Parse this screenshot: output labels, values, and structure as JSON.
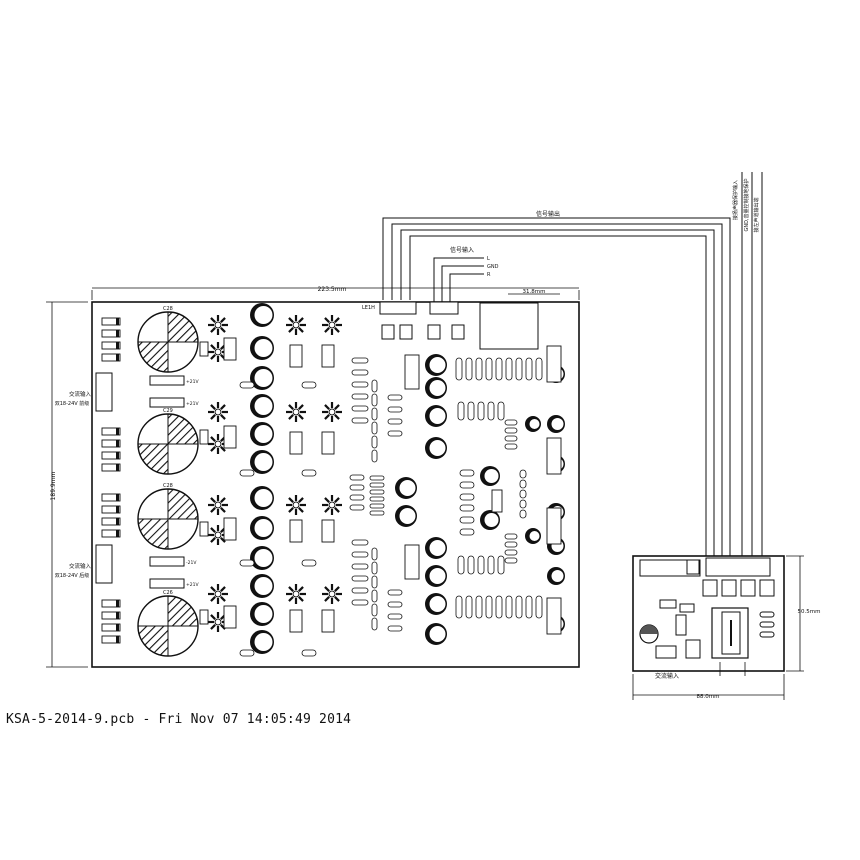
{
  "diagram": {
    "main_board": {
      "width_dim": "223.5mm",
      "height_dim": "189.9mm",
      "sub_dim": "31.8mm",
      "top_label": "LE1H",
      "ac_input_top": "交流输入",
      "ac_input_top_range": "双18-24V 前级",
      "ac_input_bottom": "交流输入",
      "ac_input_bottom_range": "双18-24V 后级",
      "caps": [
        "C28",
        "C29",
        "C28",
        "C26"
      ],
      "volt_labels": [
        "+21V",
        "+21V",
        "-21V",
        "+21V"
      ]
    },
    "signal_output_label": "信号输出",
    "signal_input": {
      "label": "信号输入",
      "pins": [
        "L",
        "GND",
        "R"
      ]
    },
    "side_wires": [
      "接扬声器保护输入",
      "GND,音量控制接地保护",
      "接左声道输出端"
    ],
    "small_board": {
      "width_dim": "88.0mm",
      "height_dim": "50.5mm",
      "ac_label": "交流输入"
    },
    "footer_text": "KSA-5-2014-9.pcb  -  Fri Nov 07 14:05:49 2014"
  }
}
